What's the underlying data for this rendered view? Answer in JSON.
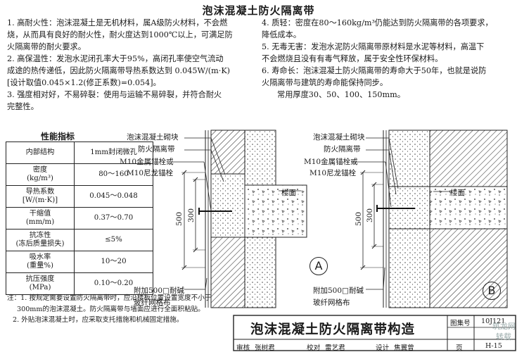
{
  "title": "泡沫混凝土防火隔离带",
  "props": [
    "1. 高耐火性：泡沫混凝土是无机材料，属A级防火材料，不会燃",
    "烧，从而具有良好的耐火性，耐火度达到1000℃以上，可满足防",
    "火隔离带的耐火要求。",
    "2. 高保温性：发泡水泥闭孔率大于95%，高闭孔率使空气流动",
    "成途的热传递低，因此防火隔离带导热系数达到 0.045W/(m·K)",
    "[设计取值0.045×1.2(修正系数)=0.054]。",
    "3. 强度相对好，不易碎裂：使用与运输不易碎裂，并符合耐火",
    "完整性。"
  ],
  "props_right": [
    "4. 质轻：密度在80～160kg/m³仍能达到防火隔离带的各项要求，",
    "降低成本。",
    "5. 无毒无害：发泡水泥防火隔离带原材料是水泥等材料，高温下",
    "不会燃烧且没有有毒气释放，属于安全性环保材料。",
    "6. 寿命长：泡沫混凝土防火隔离带的寿命大于50年，也就是说防",
    "火隔离带与建筑的寿命能保持同步。",
    "常用厚度30、50、100、150mm。"
  ],
  "table": {
    "caption": "性能指标",
    "header": [
      "内部结构",
      "1mm封闭微孔"
    ],
    "rows": [
      [
        "密度\n(kg/m³)",
        "80～160"
      ],
      [
        "导热系数\n[W/(m·K)]",
        "0.045～0.048"
      ],
      [
        "干缩值\n(mm/m)",
        "0.37～0.70"
      ],
      [
        "抗冻性\n(冻后质量损失)",
        "≤5%"
      ],
      [
        "吸水率\n(重量%)",
        "10～20"
      ],
      [
        "抗压强度\n(MPa)",
        "0.10～0.20"
      ]
    ]
  },
  "notes": [
    "注：1. 按规定需要设置防火隔离带时，应沿楼板位置设置宽度不小于",
    "300mm的泡沫混凝土。防火隔离带与墙面应进行全面积粘贴。",
    "2. 外贴泡沫混凝土时，应采取支托措施和机械固定措施。"
  ],
  "detail_a": {
    "label1": "泡沫混凝土砌块",
    "label2": "防火隔离带",
    "label3": "M10金属锚栓或",
    "label4": "M10尼龙锚栓",
    "floor": "楼面",
    "mesh1": "附加500□耐碱",
    "mesh2": "玻纤网格布",
    "dim_outer": "500",
    "dim_inner": "300",
    "mark": "A"
  },
  "detail_b": {
    "label1": "泡沫混凝土砌块",
    "label2": "防火隔离带",
    "label3": "M10金属锚栓或",
    "label4": "M10尼龙锚栓",
    "floor": "楼面",
    "mesh1": "附加500□耐碱",
    "mesh2": "玻纤网格布",
    "dim_outer": "500",
    "dim_inner": "300",
    "mark": "B"
  },
  "title_block": {
    "main": "泡沫混凝土防火隔离带构造",
    "atlas_label": "图集号",
    "atlas_no": "10J121",
    "page_label": "页",
    "page_no": "H-15",
    "roles": [
      "审核",
      "张树君",
      "校对",
      "雷艺君",
      "设计",
      "焦冀曾"
    ]
  },
  "watermark": [
    "筑龙网",
    "转载"
  ]
}
